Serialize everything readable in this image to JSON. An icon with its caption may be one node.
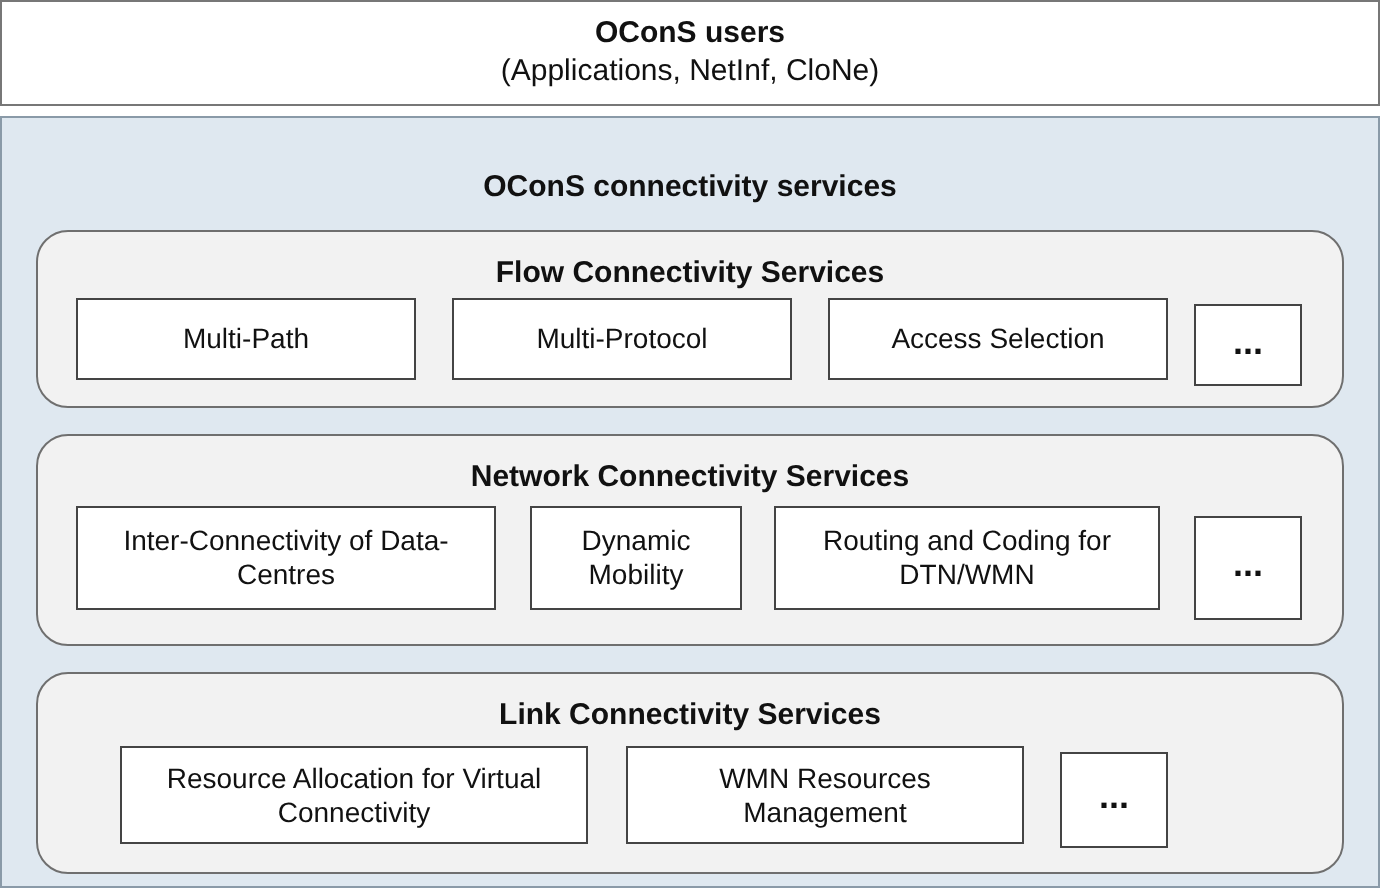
{
  "diagram": {
    "nodes": [
      {
        "text": [
          "OConS users",
          "(Applications, NetInf, CloNe)"
        ]
      },
      {
        "text": [
          "OConS connectivity services"
        ]
      },
      {
        "text": [
          "Flow Connectivity Services"
        ],
        "in": 1
      },
      {
        "text": [
          "Multi-Path"
        ],
        "in": 2
      },
      {
        "text": [
          "Multi-Protocol"
        ],
        "in": 2
      },
      {
        "text": [
          "Access Selection"
        ],
        "in": 2
      },
      {
        "text": [
          "..."
        ],
        "in": 2
      },
      {
        "text": [
          "Network Connectivity Services"
        ],
        "in": 1
      },
      {
        "text": [
          "Inter-Connectivity of Data-Centres"
        ],
        "in": 7
      },
      {
        "text": [
          "Dynamic Mobility"
        ],
        "in": 7
      },
      {
        "text": [
          "Routing and Coding for DTN/WMN"
        ],
        "in": 7
      },
      {
        "text": [
          "..."
        ],
        "in": 7
      },
      {
        "text": [
          "Link Connectivity Services"
        ],
        "in": 1
      },
      {
        "text": [
          "Resource Allocation for Virtual Connectivity"
        ],
        "in": 12
      },
      {
        "text": [
          "WMN Resources Management"
        ],
        "in": 12
      },
      {
        "text": [
          "..."
        ],
        "in": 12
      }
    ]
  }
}
